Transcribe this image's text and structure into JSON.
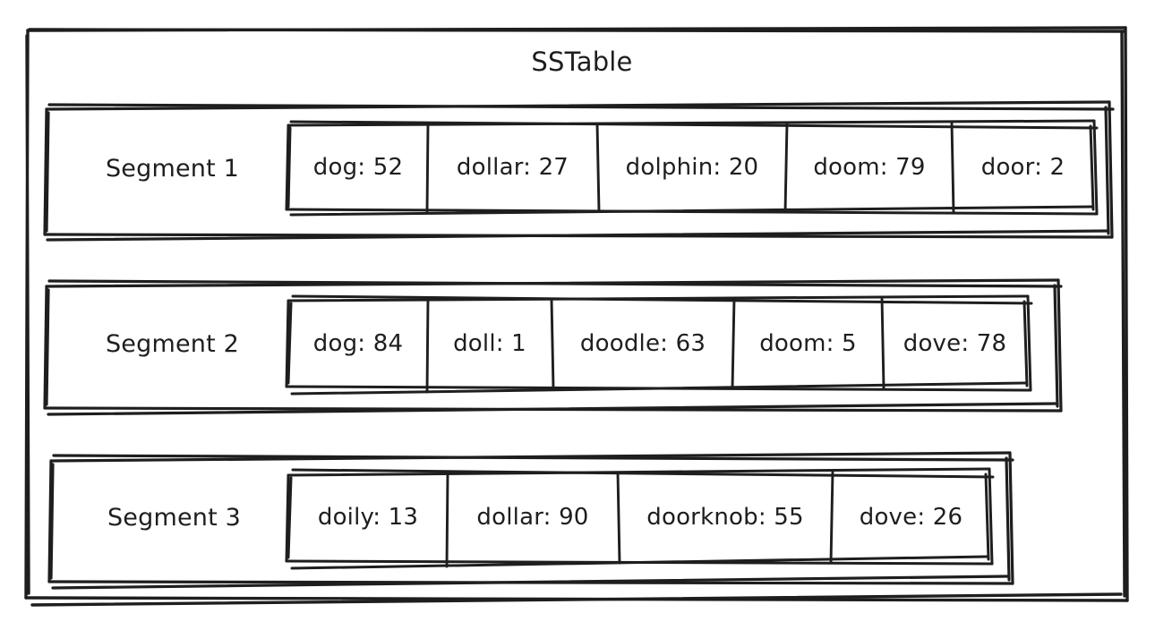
{
  "diagram": {
    "title": "SSTable",
    "style": "hand-drawn-sketch",
    "stroke_color": "#1e1e1e",
    "background_color": "#ffffff",
    "segments": [
      {
        "label": "Segment 1",
        "cells": [
          {
            "text": "dog: 52",
            "key": "dog",
            "value": 52
          },
          {
            "text": "dollar: 27",
            "key": "dollar",
            "value": 27
          },
          {
            "text": "dolphin: 20",
            "key": "dolphin",
            "value": 20
          },
          {
            "text": "doom: 79",
            "key": "doom",
            "value": 79
          },
          {
            "text": "door: 2",
            "key": "door",
            "value": 2
          }
        ]
      },
      {
        "label": "Segment 2",
        "cells": [
          {
            "text": "dog: 84",
            "key": "dog",
            "value": 84
          },
          {
            "text": "doll: 1",
            "key": "doll",
            "value": 1
          },
          {
            "text": "doodle: 63",
            "key": "doodle",
            "value": 63
          },
          {
            "text": "doom: 5",
            "key": "doom",
            "value": 5
          },
          {
            "text": "dove: 78",
            "key": "dove",
            "value": 78
          }
        ]
      },
      {
        "label": "Segment 3",
        "cells": [
          {
            "text": "doily: 13",
            "key": "doily",
            "value": 13
          },
          {
            "text": "dollar: 90",
            "key": "dollar",
            "value": 90
          },
          {
            "text": "doorknob: 55",
            "key": "doorknob",
            "value": 55
          },
          {
            "text": "dove: 26",
            "key": "dove",
            "value": 26
          }
        ]
      }
    ]
  }
}
